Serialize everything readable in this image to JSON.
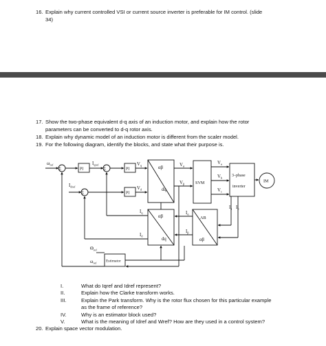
{
  "q16": {
    "num": "16.",
    "line1": "Explain why current controlled VSI or current source inverter is preferable for IM control. (slide",
    "line2": "34)"
  },
  "q17": {
    "num": "17.",
    "line1": "Show the two-phase equivalent d-q axis of an induction motor, and explain how the rotor",
    "line2": "parameters can be converted to d-q rotor axis."
  },
  "q18": {
    "num": "18.",
    "text": "Explain why dynamic model of an induction motor is different from the scaler model."
  },
  "q19": {
    "num": "19.",
    "text": "For the following diagram, identify the blocks, and state what their purpose is."
  },
  "diagram": {
    "pi": "PI",
    "sum": "Σ",
    "ab": "αβ",
    "dq": "dq",
    "svm": "SVM",
    "inv1": "3–phase",
    "inv2": "inverter",
    "im": "IM",
    "abblock": "AB",
    "estimator": "Estimator",
    "w_ref": "ω",
    "w_ref_sub": "ref",
    "iqref": "I",
    "iqref_sub": "qref",
    "idref": "I",
    "idref_sub": "dref",
    "vq": "V",
    "vq_sub": "q",
    "vd": "V",
    "vd_sub": "d",
    "valpha": "V",
    "valpha_sub": "α",
    "vbeta": "V",
    "vbeta_sub": "β",
    "va": "V",
    "va_sub": "a",
    "vb": "V",
    "vb_sub": "b",
    "vc": "V",
    "vc_sub": "c",
    "iq": "I",
    "iq_sub": "q",
    "id": "I",
    "id_sub": "d",
    "ialpha": "I",
    "ialpha_sub": "α",
    "ibeta": "I",
    "ibeta_sub": "β",
    "ia": "I",
    "ia_sub": "a",
    "ib": "I",
    "ib_sub": "b",
    "theta": "Θ",
    "theta_sub": "ref",
    "w_est": "ω",
    "w_est_sub": "ref"
  },
  "subq": [
    {
      "num": "I.",
      "text": "What do Iqref and Idref represent?"
    },
    {
      "num": "II.",
      "text": "Explain how the Clarke transform works."
    },
    {
      "num": "III.",
      "text": "Explain the Park transform. Why is the rotor flux chosen for this particular example",
      "text2": "as the frame of reference?"
    },
    {
      "num": "IV.",
      "text": "Why is an estimator block used?"
    },
    {
      "num": "V.",
      "text": "What is the meaning of Idref and Wref? How are they used in a control system?"
    }
  ],
  "q20": {
    "num": "20.",
    "text": "Explain space vector modulation."
  }
}
